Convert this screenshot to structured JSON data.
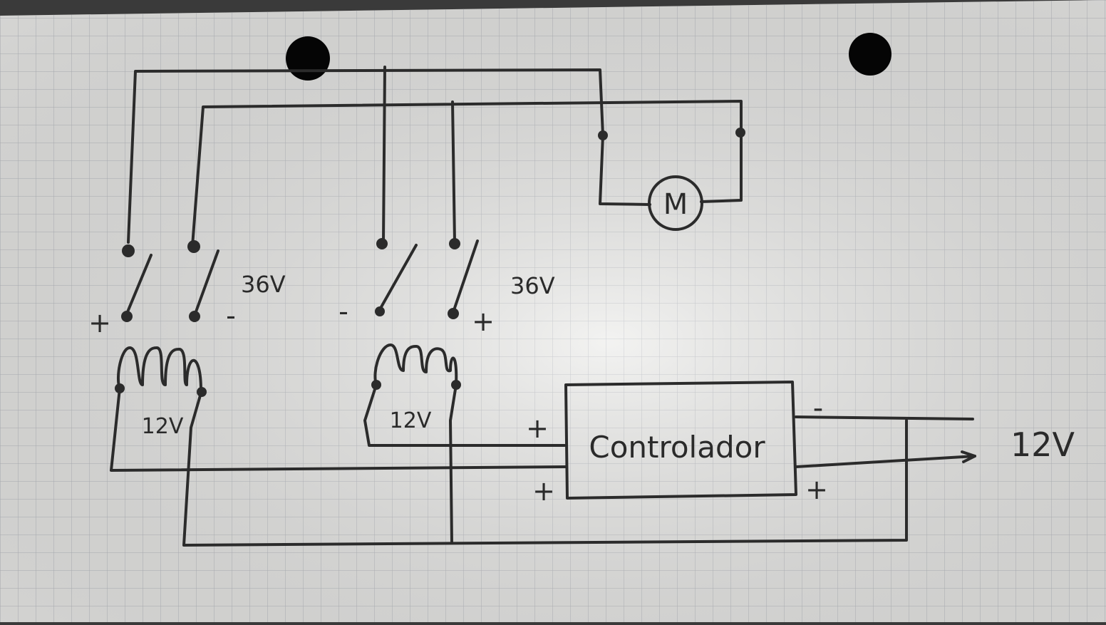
{
  "paper": {
    "background": "#ececea",
    "grid_color": "#b9bcc2",
    "ink_color": "#2b2b2b",
    "hole_color": "#050505"
  },
  "labels": {
    "motor": "M",
    "relay1_voltage": "36V",
    "relay2_voltage": "36V",
    "relay1_plus": "+",
    "relay1_minus": "-",
    "relay2_minus": "-",
    "relay2_plus": "+",
    "coil1_voltage": "12V",
    "coil2_voltage": "12V",
    "controller": "Controlador",
    "ctrl_in_top": "+",
    "ctrl_in_bottom": "+",
    "ctrl_out_minus": "-",
    "ctrl_out_plus": "+",
    "supply": "12V"
  }
}
